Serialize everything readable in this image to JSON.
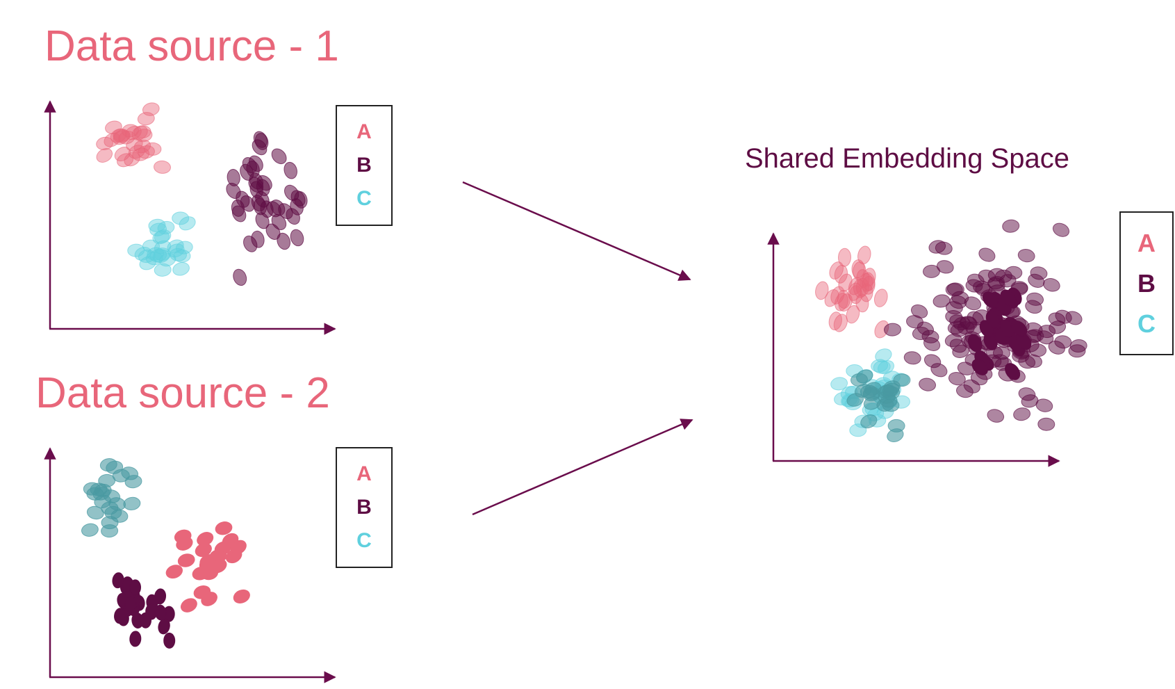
{
  "titles": {
    "source1": "Data source - 1",
    "source2": "Data source - 2",
    "shared": "Shared Embedding Space"
  },
  "legend": {
    "a": "A",
    "b": "B",
    "c": "C"
  },
  "colors": {
    "axis": "#6a0d4c",
    "a": "#e8667a",
    "b": "#5e0d44",
    "c_light": "#5fd0de",
    "c_dark": "#4a9aa2",
    "title_pink": "#e8667a",
    "title_dark": "#5e0d44"
  }
}
